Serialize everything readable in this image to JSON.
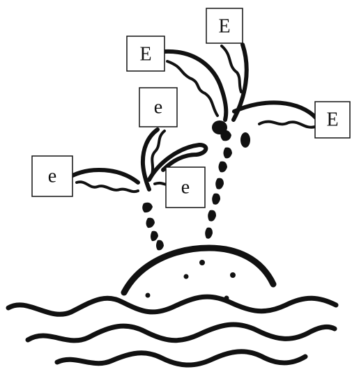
{
  "diagram": {
    "labels": {
      "top": "E",
      "upper_left": "E",
      "right": "E",
      "middle_left": "e",
      "far_left": "e",
      "center": "e"
    }
  }
}
